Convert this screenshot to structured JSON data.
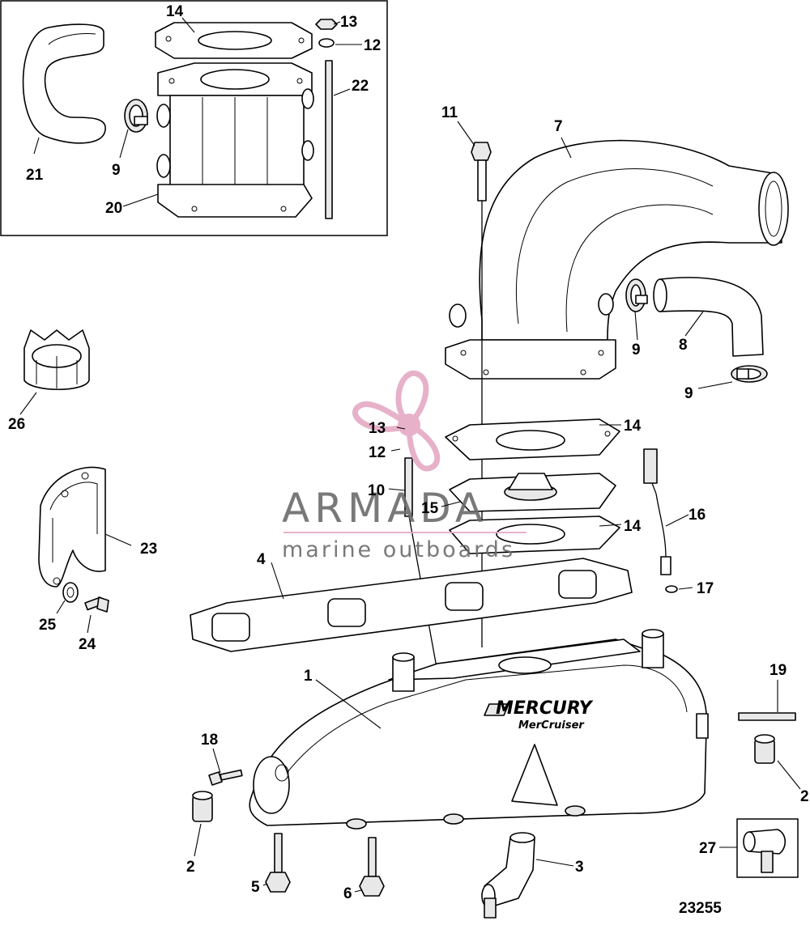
{
  "figure_number": "23255",
  "watermark": {
    "title": "ARMADA",
    "subtitle": "marine outboards"
  },
  "part_branding": {
    "main": "MERCURY",
    "sub": "MerCruiser"
  },
  "colors": {
    "watermark_pink": "#e5a9c4",
    "watermark_gray": "#6b6b6b",
    "line": "#000000"
  },
  "callouts": {
    "c1": "1",
    "c2a": "2",
    "c2b": "2",
    "c3": "3",
    "c4": "4",
    "c5": "5",
    "c6": "6",
    "c7": "7",
    "c8": "8",
    "c9a": "9",
    "c9b": "9",
    "c9c": "9",
    "c10": "10",
    "c11": "11",
    "c12a": "12",
    "c12b": "12",
    "c13a": "13",
    "c13b": "13",
    "c14a": "14",
    "c14b": "14",
    "c14c": "14",
    "c15": "15",
    "c16": "16",
    "c17": "17",
    "c18": "18",
    "c19": "19",
    "c20": "20",
    "c21": "21",
    "c22": "22",
    "c23": "23",
    "c24": "24",
    "c25": "25",
    "c26": "26",
    "c27": "27"
  }
}
